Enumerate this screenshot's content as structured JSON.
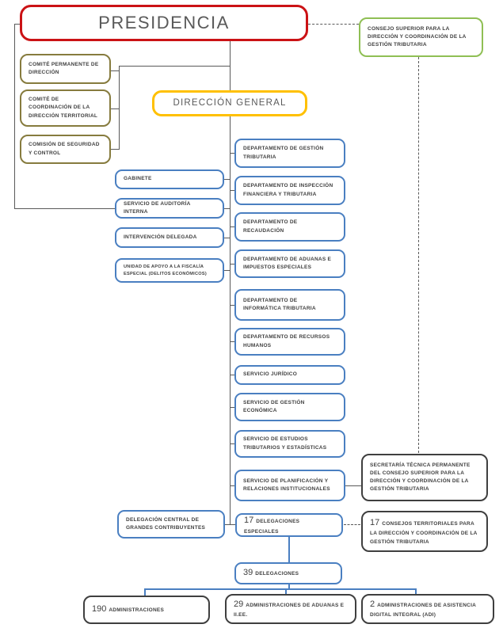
{
  "colors": {
    "red": "#CB1215",
    "olive": "#867B3E",
    "blue": "#4A7FC1",
    "yellow": "#FFC000",
    "green": "#8FBF54",
    "dark": "#3F3F3F",
    "line": "#595959",
    "text": "#3F3F3F",
    "title_text": "#595959"
  },
  "presidencia": {
    "label": "PRESIDENCIA"
  },
  "consejo_superior": {
    "label": "CONSEJO SUPERIOR PARA LA DIRECCIÓN Y COORDINACIÓN DE LA GESTIÓN TRIBUTARIA"
  },
  "comites": [
    {
      "label": "COMITÉ PERMANENTE DE DIRECCIÓN"
    },
    {
      "label": "COMITÉ DE COORDINACIÓN DE LA DIRECCIÓN TERRITORIAL"
    },
    {
      "label": "COMISIÓN DE SEGURIDAD Y CONTROL"
    }
  ],
  "direccion_general": {
    "label": "DIRECCIÓN GENERAL"
  },
  "staff_units": [
    {
      "label": "GABINETE"
    },
    {
      "label": "SERVICIO DE AUDITORÍA INTERNA"
    },
    {
      "label": "INTERVENCIÓN DELEGADA"
    },
    {
      "label": "UNIDAD DE APOYO A LA FISCALÍA ESPECIAL (DELITOS ECONÓMICOS)"
    }
  ],
  "departamentos": [
    {
      "label": "DEPARTAMENTO DE GESTIÓN TRIBUTARIA"
    },
    {
      "label": "DEPARTAMENTO DE INSPECCIÓN FINANCIERA Y TRIBUTARIA"
    },
    {
      "label": "DEPARTAMENTO DE RECAUDACIÓN"
    },
    {
      "label": "DEPARTAMENTO DE ADUANAS E IMPUESTOS ESPECIALES"
    },
    {
      "label": "DEPARTAMENTO DE INFORMÁTICA TRIBUTARIA"
    },
    {
      "label": "DEPARTAMENTO DE RECURSOS HUMANOS"
    },
    {
      "label": "SERVICIO JURÍDICO"
    },
    {
      "label": "SERVICIO DE GESTIÓN ECONÓMICA"
    },
    {
      "label": "SERVICIO DE ESTUDIOS TRIBUTARIOS Y ESTADÍSTICAS"
    },
    {
      "label": "SERVICIO DE PLANIFICACIÓN Y RELACIONES INSTITUCIONALES"
    }
  ],
  "secretaria_tecnica": {
    "label": "SECRETARÍA TÉCNICA PERMANENTE DEL CONSEJO SUPERIOR PARA LA DIRECCIÓN Y COORDINACIÓN DE LA GESTIÓN TRIBUTARIA"
  },
  "delegacion_central": {
    "label": "DELEGACIÓN CENTRAL DE GRANDES CONTRIBUYENTES"
  },
  "delegaciones_especiales": {
    "number": "17",
    "label": "DELEGACIONES ESPECIALES"
  },
  "consejos_territoriales": {
    "number": "17",
    "label": "CONSEJOS TERRITORIALES PARA LA DIRECCIÓN Y COORDINACIÓN DE LA GESTIÓN TRIBUTARIA"
  },
  "delegaciones": {
    "number": "39",
    "label": "DELEGACIONES"
  },
  "administraciones": [
    {
      "number": "190",
      "label": "ADMINISTRACIONES"
    },
    {
      "number": "29",
      "label": "ADMINISTRACIONES DE ADUANAS E II.EE."
    },
    {
      "number": "2",
      "label": "ADMINISTRACIONES DE ASISTENCIA DIGITAL INTEGRAL (ADI)"
    }
  ]
}
